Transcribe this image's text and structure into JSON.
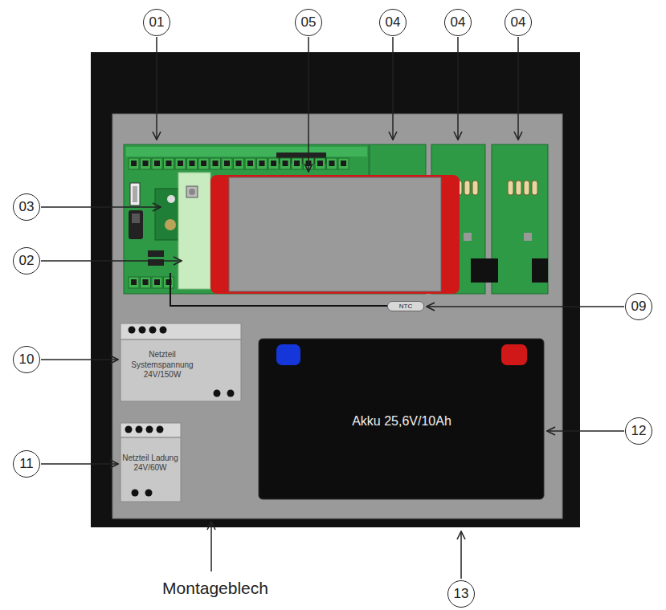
{
  "diagram": {
    "nodes": [
      {
        "text": [
          "NTC"
        ]
      },
      {
        "text": [
          "Netzteil Systemspannung 24V/150W"
        ]
      },
      {
        "text": [
          "Netzteil Ladung 24V/60W"
        ]
      },
      {
        "text": [
          "Akku 25,6V/10Ah"
        ]
      }
    ],
    "labels": [
      "01",
      "05",
      "04",
      "04",
      "04",
      "03",
      "02",
      "09",
      "10",
      "11",
      "12",
      "Montageblech",
      "13"
    ]
  }
}
